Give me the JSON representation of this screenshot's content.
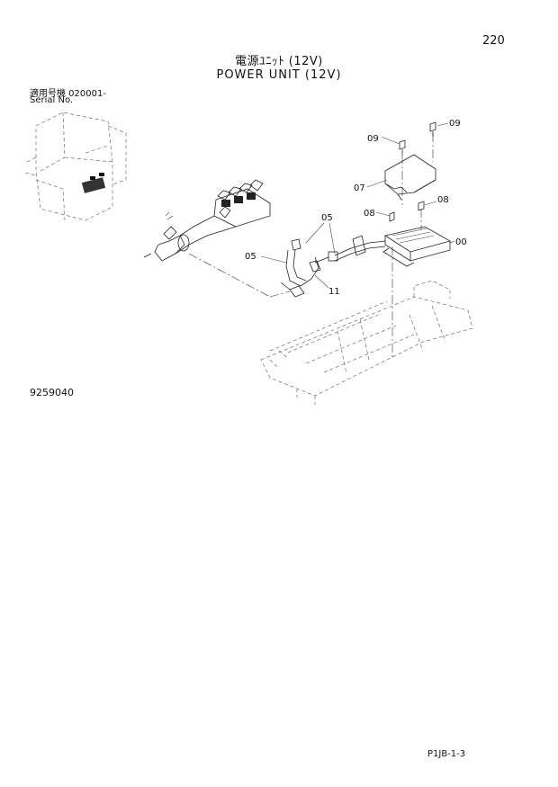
{
  "page": {
    "number": "220",
    "title_jp": "電源ﾕﾆｯﾄ (12V)",
    "title_en": "POWER UNIT (12V)",
    "serial_label_jp": "適用号機 020001-",
    "serial_label_en": "Serial No.",
    "drawing_code": "9259040",
    "footer_code": "P1JB-1-3"
  },
  "callouts": {
    "c09a": "09",
    "c09b": "09",
    "c07": "07",
    "c08a": "08",
    "c08b": "08",
    "c05a": "05",
    "c05b": "05",
    "c00": "00",
    "c11": "11"
  }
}
